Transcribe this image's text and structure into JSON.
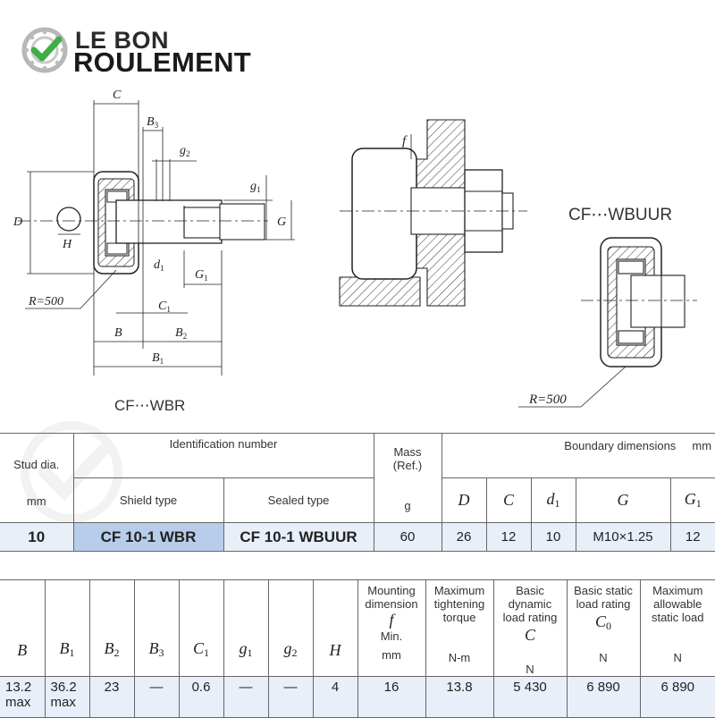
{
  "logo": {
    "line1": "LE BON",
    "line2": "ROULEMENT"
  },
  "drawing_labels": {
    "C": "C",
    "B3": "B",
    "B3_sub": "3",
    "g2": "g",
    "g2_sub": "2",
    "g1": "g",
    "g1_sub": "1",
    "G": "G",
    "D": "D",
    "H": "H",
    "d1": "d",
    "d1_sub": "1",
    "G1": "G",
    "G1_sub": "1",
    "R_left": "R=500",
    "C1": "C",
    "C1_sub": "1",
    "B": "B",
    "B2": "B",
    "B2_sub": "2",
    "B1": "B",
    "B1_sub": "1",
    "f": "f",
    "R_right": "R=500"
  },
  "captions": {
    "wbr": "CF⋯WBR",
    "wbuur": "CF⋯WBUUR"
  },
  "table1": {
    "stud_dia": "Stud dia.",
    "stud_unit": "mm",
    "identification": "Identification number",
    "shield_type": "Shield type",
    "sealed_type": "Sealed type",
    "mass_line1": "Mass",
    "mass_line2": "(Ref.)",
    "mass_unit": "g",
    "boundary": "Boundary dimensions",
    "boundary_unit": "mm",
    "cols": {
      "D": "D",
      "C": "C",
      "d1": "d",
      "d1_sub": "1",
      "G": "G",
      "G1": "G",
      "G1_sub": "1"
    },
    "row": {
      "stud": "10",
      "shield": "CF 10-1 WBR",
      "sealed": "CF 10-1 WBUUR",
      "mass": "60",
      "D": "26",
      "C": "12",
      "d1": "10",
      "G": "M10×1.25",
      "G1": "12"
    }
  },
  "table2": {
    "cols": {
      "B": "B",
      "B1": "B",
      "B1_sub": "1",
      "B2": "B",
      "B2_sub": "2",
      "B3": "B",
      "B3_sub": "3",
      "C1": "C",
      "C1_sub": "1",
      "g1": "g",
      "g1_sub": "1",
      "g2": "g",
      "g2_sub": "2",
      "H": "H"
    },
    "mounting": {
      "line1": "Mounting",
      "line2": "dimension",
      "sym": "f",
      "line3": "Min.",
      "unit": "mm"
    },
    "torque": {
      "line1": "Maximum",
      "line2": "tightening",
      "line3": "torque",
      "unit": "N-m"
    },
    "dynamic": {
      "line1": "Basic dynamic",
      "line2": "load rating",
      "sym": "C",
      "unit": "N"
    },
    "static": {
      "line1": "Basic static",
      "line2": "load rating",
      "sym": "C",
      "sym_sub": "0",
      "unit": "N"
    },
    "allow": {
      "line1": "Maximum",
      "line2": "allowable",
      "line3": "static load",
      "unit": "N"
    },
    "row": {
      "B_1": "13.2",
      "B_2": "max",
      "B1_1": "36.2",
      "B1_2": "max",
      "B2": "23",
      "B3": "—",
      "C1": "0.6",
      "g1": "—",
      "g2": "—",
      "H": "4",
      "f": "16",
      "torque": "13.8",
      "dynamic": "5 430",
      "static": "6 890",
      "allow": "6 890"
    }
  }
}
